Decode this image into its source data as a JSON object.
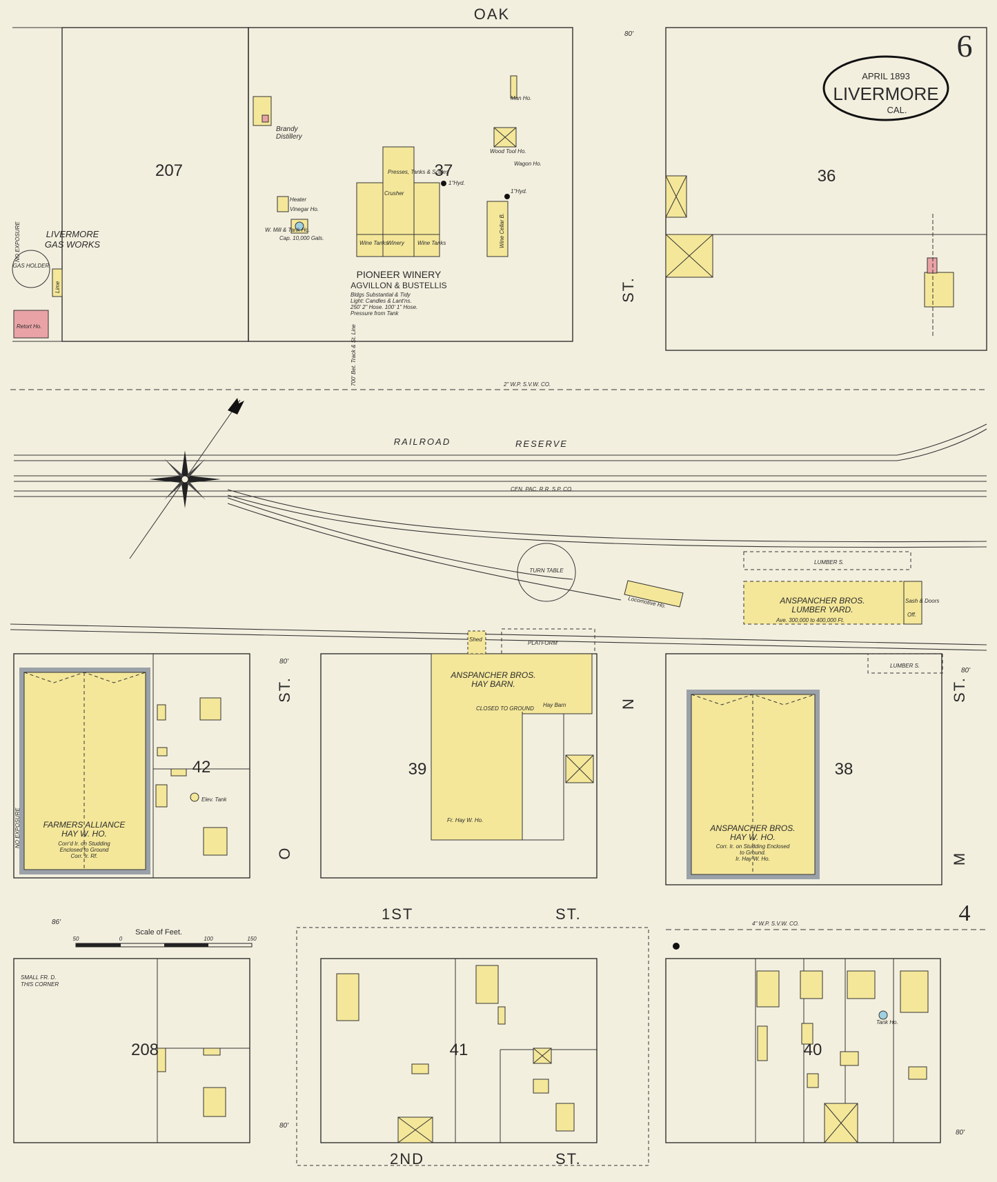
{
  "sheet": {
    "number": "6",
    "date": "APRIL 1893",
    "city": "LIVERMORE",
    "state": "CAL.",
    "adjoining_sheet": "4"
  },
  "streets": {
    "oak": "OAK",
    "st_right_top": "ST.",
    "o_st_st": "ST.",
    "o_st_o": "O",
    "n_st": "N",
    "m_st_st": "ST.",
    "m_st_m": "M",
    "first": "1ST",
    "first_st": "ST.",
    "second": "2ND",
    "second_st": "ST.",
    "width_80_a": "80'",
    "width_80_b": "80'",
    "width_80_c": "80'",
    "width_80_d": "80'",
    "width_80_e": "80'",
    "width_86": "86'"
  },
  "blocks": {
    "b207": "207",
    "b37": "37",
    "b36": "36",
    "b42": "42",
    "b39": "39",
    "b38": "38",
    "b208": "208",
    "b41": "41",
    "b40": "40"
  },
  "labels": {
    "gas_works": "LIVERMORE",
    "gas_works2": "GAS WORKS",
    "gas_holder": "GAS HOLDER",
    "lime": "Lime",
    "retort": "Retort Ho.",
    "brandy": "Brandy",
    "distillery": "Distillery",
    "heater": "Heater",
    "vinegar": "Vinegar Ho.",
    "wmill": "W. Mill & Tank Ho.",
    "wmill_cap": "Cap. 10,000 Gals.",
    "winery_name": "PIONEER WINERY",
    "winery_owners": "AGVILLON & BUSTELLIS",
    "winery_note1": "Bldgs Substantial & Tidy",
    "winery_note2": "Light: Candles & Lant'ns.",
    "winery_note3": "250' 2\" Hose. 100' 1\" Hose.",
    "winery_note4": "Pressure from Tank",
    "presses": "Presses, Tanks & Scales",
    "crusher": "Crusher",
    "winery": "Winery",
    "wine_tanks_a": "Wine Tanks",
    "wine_tanks_b": "Wine Tanks",
    "hyd1": "1\"Hyd.",
    "hyd2": "1\"Hyd.",
    "wine_cellar": "Wine Cellar B.",
    "wood_tool": "Wood Tool Ho.",
    "wagon": "Wagon Ho.",
    "man_ho": "Man Ho.",
    "railroad_reserve": "RAILROAD",
    "railroad_reserve2": "RESERVE",
    "cen_pac": "CEN. PAC. R.R.  S.P. CO.",
    "svw": "2\" W.P.   S.V.W. CO.",
    "svw2": "4\" W.P.   S.V.W. CO.",
    "bet_track": "700' Bet. Track & St. Line",
    "turn_table": "TURN TABLE",
    "locomotive": "Locomotive Ho.",
    "lumber_s1": "LUMBER S.",
    "lumber_s2": "LUMBER S.",
    "lumber_yard1": "ANSPANCHER BROS.",
    "lumber_yard2": "LUMBER YARD.",
    "lumber_avg": "Ave. 300,000 to 400,000 Ft.",
    "sash": "Sash & Doors",
    "office": "Off.",
    "hay_barn1": "ANSPANCHER BROS.",
    "hay_barn2": "HAY BARN.",
    "hay_barn_small": "Hay Barn",
    "closed": "CLOSED TO GROUND",
    "shed": "Shed",
    "platform": "PLATFORM",
    "fr_hay": "Fr. Hay W. Ho.",
    "farmers1": "FARMERS ALLIANCE",
    "farmers2": "HAY W. HO.",
    "farmers3": "Corr'd Ir. on Studding",
    "farmers4": "Enclosed to Ground",
    "farmers5": "Corr. Ir. Rf.",
    "elev_tank": "Elev. Tank",
    "hay38_1": "ANSPANCHER BROS.",
    "hay38_2": "HAY W. HO.",
    "hay38_3": "Corr. Ir. on Studding Enclosed",
    "hay38_4": "to Ground.",
    "hay38_5": "Ir. Hay W. Ho.",
    "no_exposure1": "NO EXPOSURE",
    "no_exposure2": "NO EXPOSURE",
    "small_fr": "SMALL FR. D.",
    "small_fr2": "THIS CORNER",
    "tank_ho": "Tank Ho.",
    "scale_title": "Scale of Feet.",
    "scale_50": "50",
    "scale_0": "0",
    "scale_100": "100",
    "scale_150": "150"
  },
  "colors": {
    "paper": "#f3efdf",
    "frame": "#f4e79a",
    "brick": "#e9a3a6",
    "iron": "#9aa1a8"
  }
}
